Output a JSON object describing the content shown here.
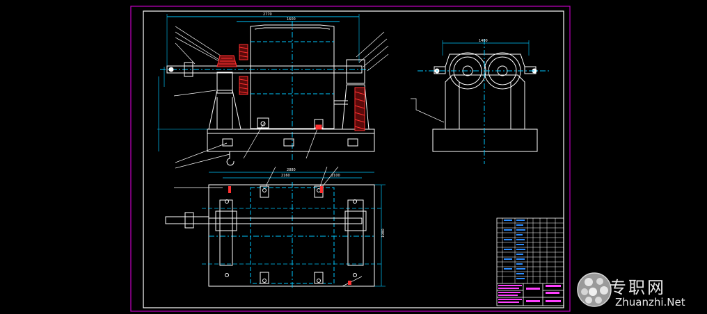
{
  "drawing": {
    "dims": {
      "front_top": "2770",
      "front_inner": "1600",
      "side_top": "1400",
      "plan_top": "2880",
      "plan_inner": "2160",
      "plan_right": "1980",
      "plan_small": "2100"
    }
  },
  "watermark": {
    "brand_cn": "专职网",
    "brand_en": "Zhuanzhi.Net"
  },
  "colors": {
    "background": "#000000",
    "border": "#c000c0",
    "line": "#ffffff",
    "center": "#00c8ff",
    "part": "#ff3030"
  }
}
